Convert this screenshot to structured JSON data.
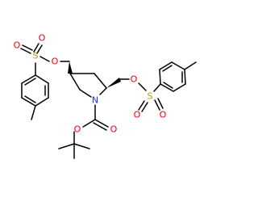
{
  "atoms": {
    "sulfur": "S",
    "oxygen": "O",
    "nitrogen": "N"
  },
  "colors": {
    "bond": "#000000",
    "sulfur": "#b5a000",
    "oxygen": "#e8000b",
    "nitrogen": "#1d2aff",
    "background": "#ffffff"
  }
}
